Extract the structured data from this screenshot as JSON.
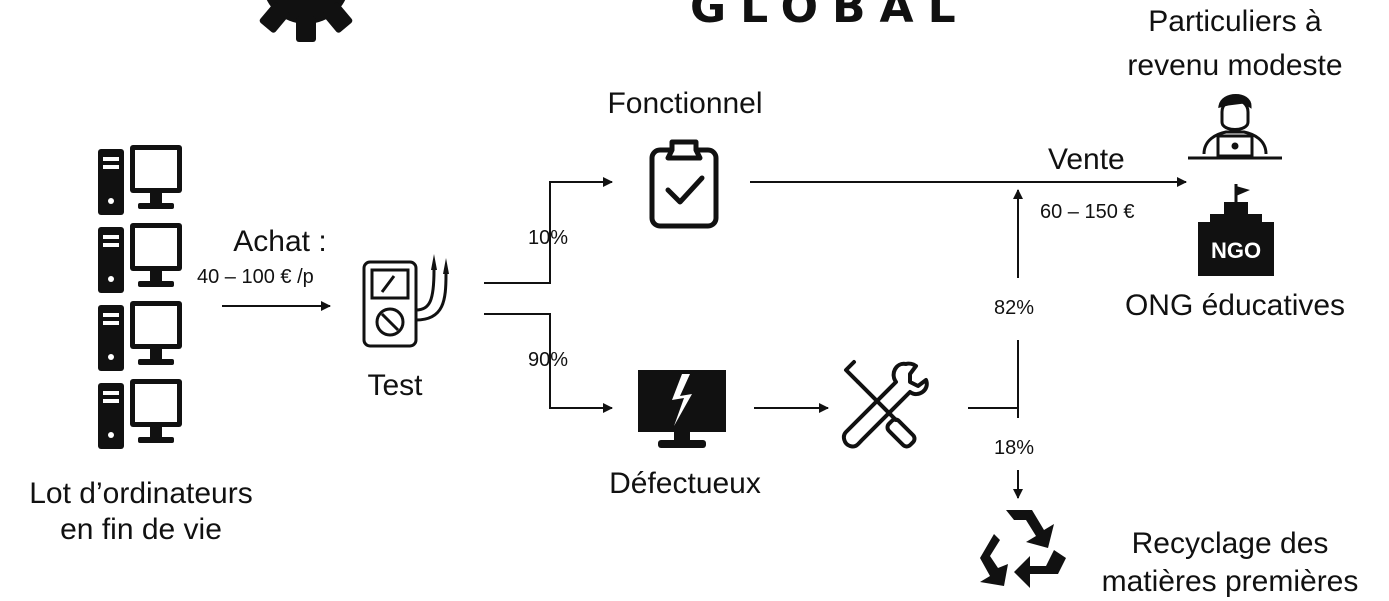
{
  "header": {
    "title": "GLOBAL"
  },
  "source": {
    "label_line1": "Lot d’ordinateurs",
    "label_line2": "en fin de vie"
  },
  "purchase": {
    "label": "Achat :",
    "price": "40 – 100 € /p"
  },
  "test": {
    "label": "Test"
  },
  "branches": {
    "functional_pct": "10%",
    "defective_pct": "90%"
  },
  "functional": {
    "label": "Fonctionnel"
  },
  "defective": {
    "label": "Défectueux"
  },
  "repair": {
    "success_pct": "82%",
    "recycle_pct": "18%"
  },
  "sale": {
    "label": "Vente",
    "price": "60 – 150 €"
  },
  "customers": {
    "individuals_line1": "Particuliers à",
    "individuals_line2": "revenu modeste",
    "ngo_badge": "NGO",
    "ngo_label": "ONG éducatives"
  },
  "recycling": {
    "label_line1": "Recyclage des",
    "label_line2": "matières premières"
  },
  "icons": [
    "gear-icon",
    "computer-icon",
    "multimeter-icon",
    "clipboard-check-icon",
    "broken-screen-icon",
    "tools-icon",
    "person-laptop-icon",
    "ngo-building-icon",
    "recycle-icon"
  ]
}
